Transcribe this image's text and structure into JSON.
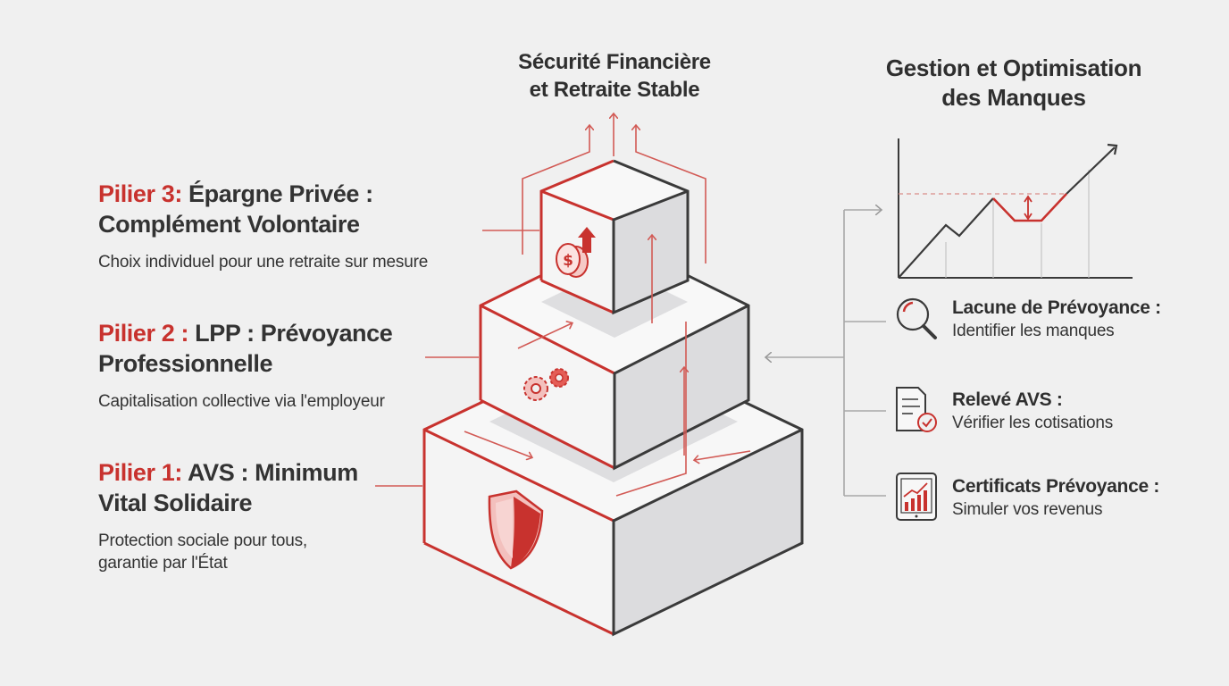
{
  "top_title": [
    "Sécurité Financière",
    "et Retraite Stable"
  ],
  "right_title": [
    "Gestion et Optimisation",
    "des Manques"
  ],
  "pillars": {
    "p3": {
      "prefix": "Pilier 3:",
      "line1": " Épargne Privée :",
      "line2": "Complément Volontaire",
      "desc": [
        "Choix individuel pour une retraite sur mesure"
      ]
    },
    "p2": {
      "prefix": "Pilier 2 :",
      "line1": " LPP : Prévoyance",
      "line2": "Professionnelle",
      "desc": [
        "Capitalisation collective via l'employeur"
      ]
    },
    "p1": {
      "prefix": "Pilier 1:",
      "line1": " AVS : Minimum",
      "line2": "Vital Solidaire",
      "desc": [
        "Protection sociale pour tous,",
        "garantie par l'État"
      ]
    }
  },
  "tools": [
    {
      "title": "Lacune de Prévoyance :",
      "subtitle": "Identifier les manques",
      "icon": "magnifier-icon"
    },
    {
      "title": "Relevé AVS :",
      "subtitle": "Vérifier les cotisations",
      "icon": "document-check-icon"
    },
    {
      "title": "Certificats Prévoyance :",
      "subtitle": "Simuler vos revenus",
      "icon": "tablet-chart-icon"
    }
  ],
  "colors": {
    "accent_red": "#c8322e",
    "outline_dark": "#3a3a3a",
    "face_light": "#f6f6f6",
    "face_shadow": "#dcdcde",
    "background": "#f0f0f0"
  }
}
